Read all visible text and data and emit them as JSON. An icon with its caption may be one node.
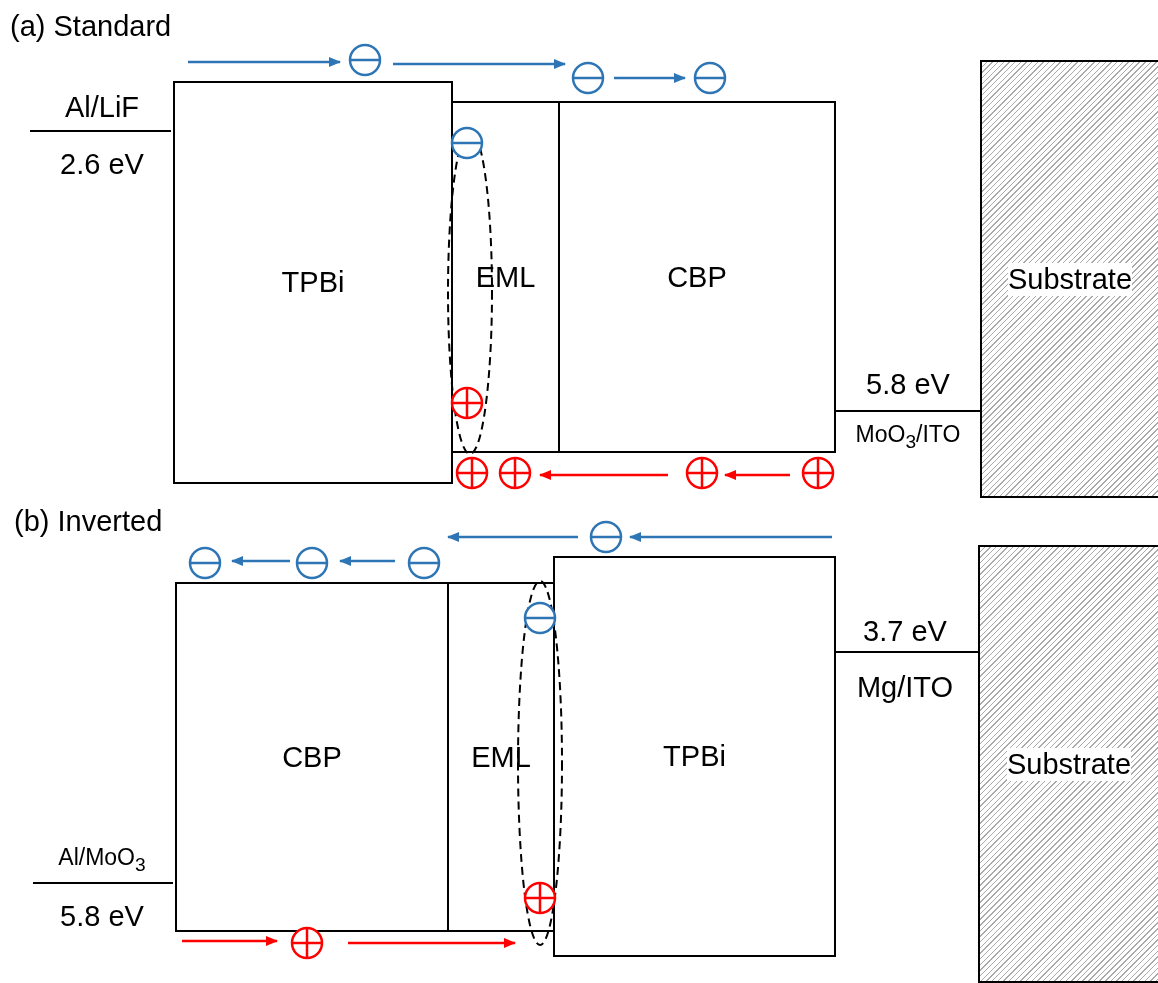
{
  "diagram": {
    "nodes": [
      {
        "text": [
          "TPBi"
        ]
      },
      {
        "text": [
          "EML"
        ]
      },
      {
        "text": [
          "CBP"
        ]
      },
      {
        "text": [
          "Substrate"
        ]
      },
      {
        "text": [
          "CBP"
        ]
      },
      {
        "text": [
          "EML"
        ]
      },
      {
        "text": [
          "TPBi"
        ]
      },
      {
        "text": [
          "Substrate"
        ]
      }
    ],
    "edges": [
      {
        "from": 2,
        "to": 3,
        "arrow": "none"
      },
      {
        "from": 6,
        "to": 7,
        "arrow": "none"
      }
    ],
    "labels": [
      "(a) Standard",
      "Al/LiF",
      "2.6 eV",
      "5.8 eV",
      "MoO$_{3}$/ITO",
      "(b) Inverted",
      "3.7 eV",
      "Mg/ITO",
      "Al/MoO$_{3}$",
      "5.8 eV"
    ]
  }
}
